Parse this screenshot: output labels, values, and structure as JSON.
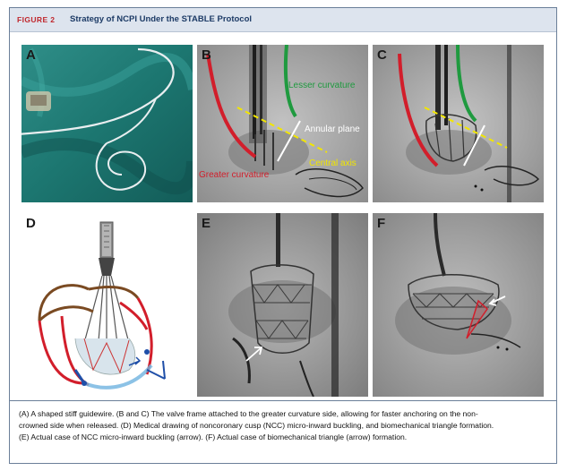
{
  "figure": {
    "label": "FIGURE 2",
    "title": "Strategy of NCPI Under the STABLE Protocol"
  },
  "panels": {
    "a": {
      "label": "A"
    },
    "b": {
      "label": "B",
      "annotations": {
        "lesser": "Lesser curvature",
        "annular": "Annular plane",
        "greater": "Greater curvature",
        "central": "Central axis"
      }
    },
    "c": {
      "label": "C"
    },
    "d": {
      "label": "D"
    },
    "e": {
      "label": "E"
    },
    "f": {
      "label": "F"
    }
  },
  "caption": {
    "lines": [
      "(A) A shaped stiff guidewire. (B and C) The valve frame attached to the greater curvature side, allowing for faster anchoring on the non-",
      "crowned side when released. (D) Medical drawing of noncoronary cusp (NCC) micro-inward buckling, and biomechanical triangle formation.",
      "(E) Actual case of NCC micro-inward buckling (arrow). (F) Actual case of biomechanical triangle (arrow) formation."
    ]
  },
  "colors": {
    "title_bar": "#dde4ee",
    "figure_label": "#c0272d",
    "title_text": "#1d3b66",
    "greater_curvature": "#d21e2b",
    "lesser_curvature": "#1f9a3f",
    "central_axis": "#f2e600",
    "annular_plane": "#ffffff"
  }
}
